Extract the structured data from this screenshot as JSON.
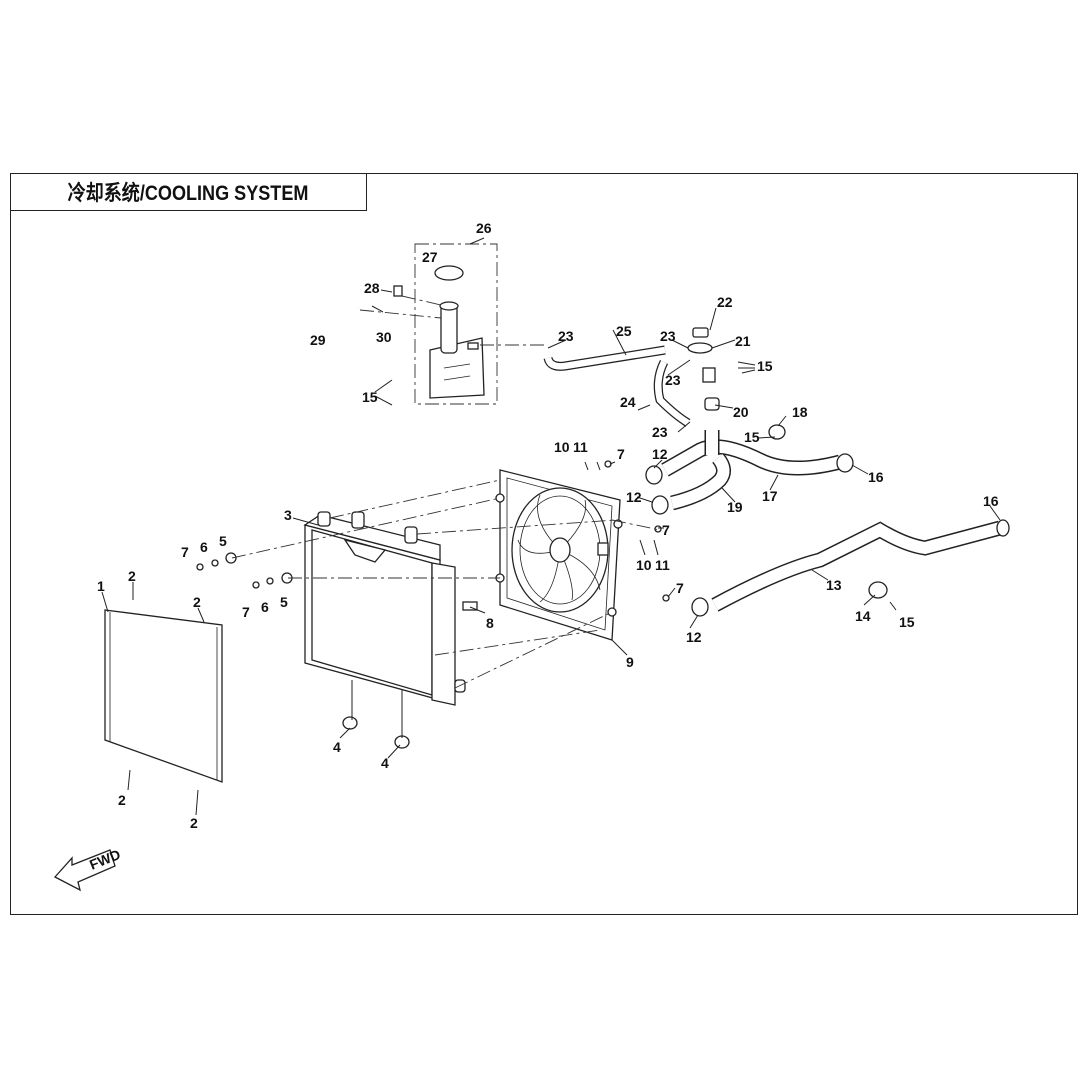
{
  "title": "冷却系统/COOLING SYSTEM",
  "fwd_label": "FWD",
  "callouts": [
    {
      "id": "c1",
      "text": "1"
    },
    {
      "id": "c2a",
      "text": "2"
    },
    {
      "id": "c2b",
      "text": "2"
    },
    {
      "id": "c2c",
      "text": "2"
    },
    {
      "id": "c2d",
      "text": "2"
    },
    {
      "id": "c3",
      "text": "3"
    },
    {
      "id": "c4a",
      "text": "4"
    },
    {
      "id": "c4b",
      "text": "4"
    },
    {
      "id": "c5a",
      "text": "5"
    },
    {
      "id": "c5b",
      "text": "5"
    },
    {
      "id": "c6a",
      "text": "6"
    },
    {
      "id": "c6b",
      "text": "6"
    },
    {
      "id": "c7a",
      "text": "7"
    },
    {
      "id": "c7b",
      "text": "7"
    },
    {
      "id": "c7c",
      "text": "7"
    },
    {
      "id": "c7d",
      "text": "7"
    },
    {
      "id": "c7e",
      "text": "7"
    },
    {
      "id": "c8",
      "text": "8"
    },
    {
      "id": "c9",
      "text": "9"
    },
    {
      "id": "c10a",
      "text": "10"
    },
    {
      "id": "c10b",
      "text": "10"
    },
    {
      "id": "c11a",
      "text": "11"
    },
    {
      "id": "c11b",
      "text": "11"
    },
    {
      "id": "c12a",
      "text": "12"
    },
    {
      "id": "c12b",
      "text": "12"
    },
    {
      "id": "c12c",
      "text": "12"
    },
    {
      "id": "c13",
      "text": "13"
    },
    {
      "id": "c14",
      "text": "14"
    },
    {
      "id": "c15a",
      "text": "15"
    },
    {
      "id": "c15b",
      "text": "15"
    },
    {
      "id": "c15c",
      "text": "15"
    },
    {
      "id": "c15d",
      "text": "15"
    },
    {
      "id": "c16a",
      "text": "16"
    },
    {
      "id": "c16b",
      "text": "16"
    },
    {
      "id": "c17",
      "text": "17"
    },
    {
      "id": "c18",
      "text": "18"
    },
    {
      "id": "c19",
      "text": "19"
    },
    {
      "id": "c20",
      "text": "20"
    },
    {
      "id": "c21",
      "text": "21"
    },
    {
      "id": "c22",
      "text": "22"
    },
    {
      "id": "c23a",
      "text": "23"
    },
    {
      "id": "c23b",
      "text": "23"
    },
    {
      "id": "c23c",
      "text": "23"
    },
    {
      "id": "c23d",
      "text": "23"
    },
    {
      "id": "c24",
      "text": "24"
    },
    {
      "id": "c25",
      "text": "25"
    },
    {
      "id": "c26",
      "text": "26"
    },
    {
      "id": "c27",
      "text": "27"
    },
    {
      "id": "c28",
      "text": "28"
    },
    {
      "id": "c29",
      "text": "29"
    },
    {
      "id": "c30",
      "text": "30"
    }
  ]
}
